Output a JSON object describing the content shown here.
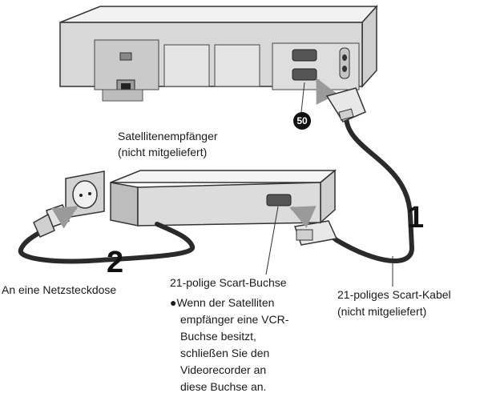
{
  "labels": {
    "vcr_socket_number": "50",
    "satellite_receiver_line1": "Satellitenempfänger",
    "satellite_receiver_line2": "(nicht mitgeliefert)",
    "cable_number": "1",
    "power_number": "2",
    "power_outlet": "An eine Netzsteckdose",
    "scart_socket": "21-polige Scart-Buchse",
    "scart_cable_line1": "21-poliges Scart-Kabel",
    "scart_cable_line2": "(nicht mitgeliefert)"
  },
  "note": {
    "bullet": "●",
    "lines": [
      "Wenn der Satelliten",
      "empfänger eine  VCR-",
      "Buchse besitzt,",
      "schließen Sie den",
      "Videorecorder an",
      "diese Buchse an."
    ]
  }
}
